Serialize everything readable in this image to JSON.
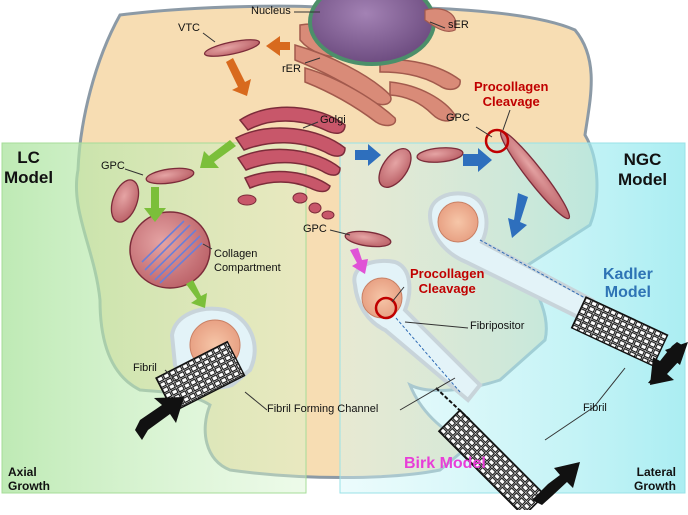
{
  "models": {
    "lc": [
      "LC",
      "Model"
    ],
    "ngc": [
      "NGC",
      "Model"
    ],
    "kadler": [
      "Kadler",
      "Model"
    ],
    "birk": "Birk Model"
  },
  "labels": {
    "nucleus": "Nucleus",
    "ser": "sER",
    "vtc": "VTC",
    "rer": "rER",
    "golgi": "Golgi",
    "gpc_left": "GPC",
    "gpc_mid": "GPC",
    "gpc_right": "GPC",
    "procollagen_top": [
      "Procollagen",
      "Cleavage"
    ],
    "procollagen_mid": [
      "Procollagen",
      "Cleavage"
    ],
    "collagen_compartment": [
      "Collagen",
      "Compartment"
    ],
    "fibripositor": "Fibripositor",
    "fibril_left": "Fibril",
    "fibril_right": "Fibril",
    "fibril_forming_channel": "Fibril Forming Channel",
    "axial_growth": [
      "Axial",
      "Growth"
    ],
    "lateral_growth": [
      "Lateral",
      "Growth"
    ]
  },
  "colors": {
    "cell": "#f7ddb3",
    "cell_border": "#8c9aa6",
    "lc_panel": "#c9efc0",
    "ngc_panel": "#bff0f2",
    "nucleus": "#8e6b9c",
    "er": "#d87f6e",
    "vesicle": "#c26a70",
    "orange_arrow": "#d86a1e",
    "green_arrow": "#7bbf3a",
    "blue_arrow": "#2e6fbd",
    "pink_arrow": "#e052d6",
    "cleavage_ring": "#c00000"
  }
}
